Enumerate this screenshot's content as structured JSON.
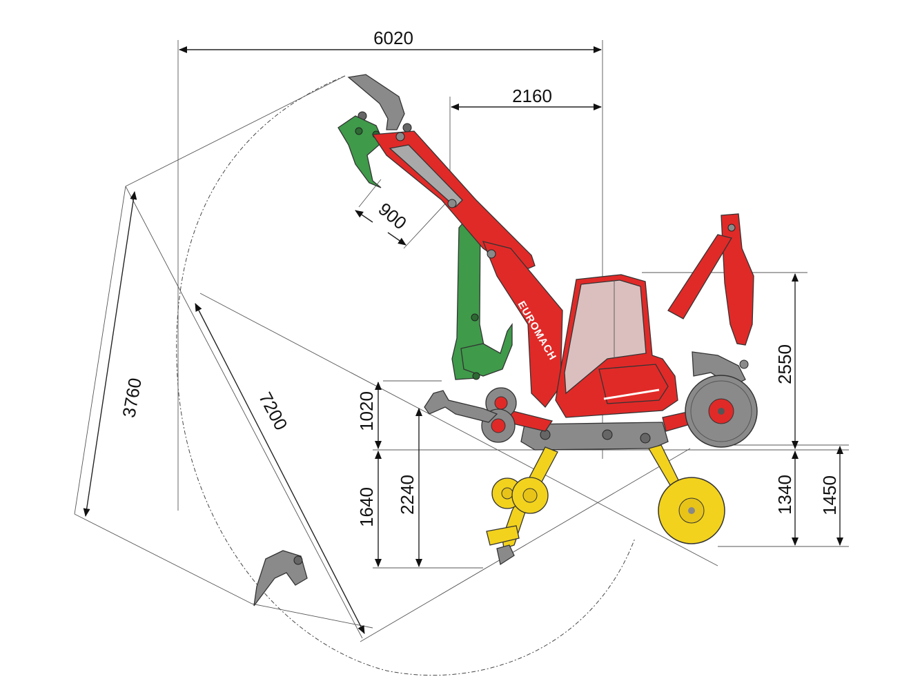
{
  "dimensions": {
    "total_reach": "6020",
    "rear_offset": "2160",
    "tool_length": "900",
    "side_reach": "3760",
    "max_reach": "7200",
    "overall_height": "2550",
    "upper_leg_height": "1020",
    "lower_leg_depth": "1640",
    "dig_depth": "2240",
    "rear_wheel_depth": "1340",
    "front_wheel_depth": "1450"
  },
  "brand": {
    "logo": "EUROMACH"
  },
  "colors": {
    "machine_red": "#e02a28",
    "arm_green": "#3f9a4a",
    "lower_yellow": "#f2d21d",
    "steel_gray": "#8a8a8a",
    "dim_line": "#222222"
  }
}
